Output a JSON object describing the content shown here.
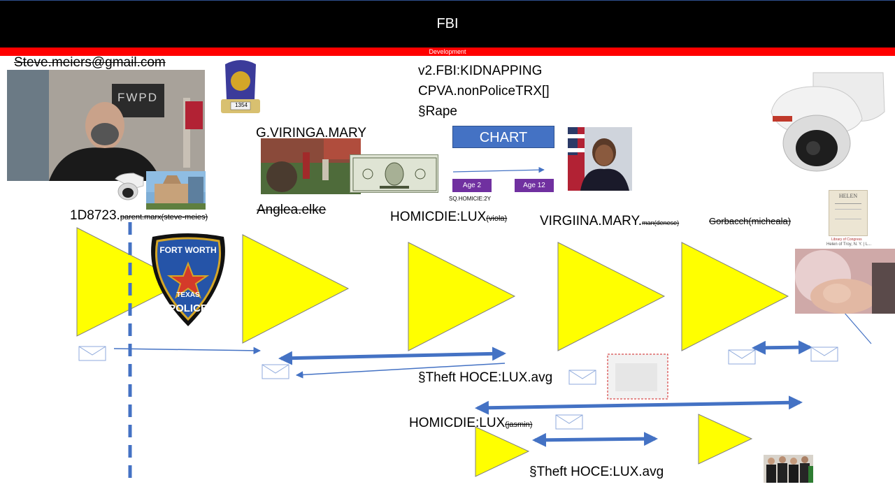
{
  "header": {
    "title": "FBI"
  },
  "status": {
    "label": "Development"
  },
  "texts": {
    "email": "Steve.meiers@gmail.com",
    "kidnapping": "v2.FBI:KIDNAPPING",
    "cpva": "CPVA.nonPoliceTRX[]",
    "rape": "§Rape",
    "giringa": "G.VIRINGA.MARY",
    "anglea": "Anglea.elke",
    "id_main": "1D8723.",
    "id_sub": "parent.marx(steve-meies)",
    "homicide1_main": "HOMICDIE:LUX",
    "homicide1_sub": "(viola)",
    "virginia_main": "VIRGIINA.MARY.",
    "virginia_sub": "man(denese)",
    "gorbacch": "Gorbacch(micheala)",
    "sq_homicide": "SQ.HOMICIE:2Y",
    "theft1": "§Theft HOCE:LUX.avg",
    "homicide2_main": "HOMICDIE:LUX",
    "homicide2_sub": "(jasmin)",
    "theft2": "§Theft HOCE:LUX.avg"
  },
  "chart_button": {
    "label": "CHART"
  },
  "ages": {
    "age_a": "Age 2",
    "age_b": "Age 12"
  },
  "badges": {
    "siren_display": "1354",
    "fwpd_sign": "FWPD",
    "police_top": "FORT WORTH",
    "police_mid": "TEXAS",
    "police_bottom": "POLICE",
    "book_title": "HELEN",
    "book_caption1": "Library of Congress",
    "book_caption2": "Helen of Troy, N. Y. | L..."
  },
  "colors": {
    "accent_blue": "#4472c4",
    "triangle_yellow": "#ffff00",
    "status_red": "#ff0000",
    "age_purple": "#7030a0"
  }
}
